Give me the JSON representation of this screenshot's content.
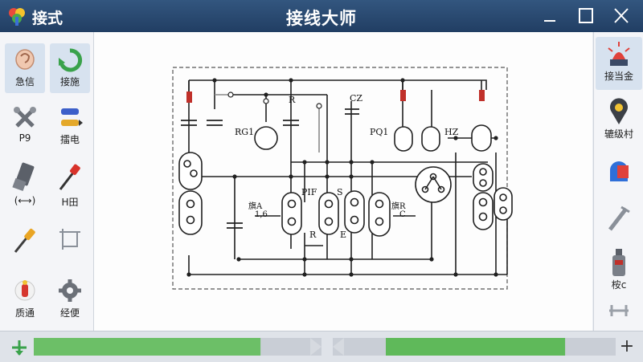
{
  "window": {
    "app_name": "接式",
    "title": "接线大师"
  },
  "left_tools": [
    {
      "label": "急信",
      "icon": "ear-icon",
      "active": true
    },
    {
      "label": "接施",
      "icon": "refresh-icon",
      "active": true
    },
    {
      "label": "P9",
      "icon": "tools-cross-icon",
      "active": false
    },
    {
      "label": "擂电",
      "icon": "markers-icon",
      "active": false
    },
    {
      "label": "(⟷)",
      "icon": "plug-icon",
      "active": false
    },
    {
      "label": "H田",
      "icon": "probe-icon",
      "active": false
    },
    {
      "label": "",
      "icon": "screwdriver-icon",
      "active": false
    },
    {
      "label": "",
      "icon": "frame-icon",
      "active": false
    },
    {
      "label": "质通",
      "icon": "badge-icon",
      "active": false
    },
    {
      "label": "经便",
      "icon": "gear-icon",
      "active": false
    }
  ],
  "right_tools": [
    {
      "label": "接当金",
      "icon": "beacon-icon",
      "active": true
    },
    {
      "label": "辘级村",
      "icon": "location-pin-icon",
      "active": false
    },
    {
      "label": "",
      "icon": "magnet-icon",
      "active": false
    },
    {
      "label": "",
      "icon": "cable-icon",
      "active": false
    },
    {
      "label": "桉c",
      "icon": "fuse-bottle-icon",
      "active": false
    },
    {
      "label": "",
      "icon": "connector-icon",
      "active": false
    }
  ],
  "schematic_labels": {
    "rg1": "RG1",
    "r_top": "R",
    "cz": "CZ",
    "pq1": "PQ1",
    "hz": "HZ",
    "pif": "PIF",
    "s": "S",
    "r_bottom": "R",
    "e": "E",
    "a_left": "旗A",
    "a_left_sub": "1,6",
    "r_right": "旗R",
    "c_right": "C"
  },
  "bottom": {
    "progress_left": 0.82,
    "progress_right": 0.78
  }
}
